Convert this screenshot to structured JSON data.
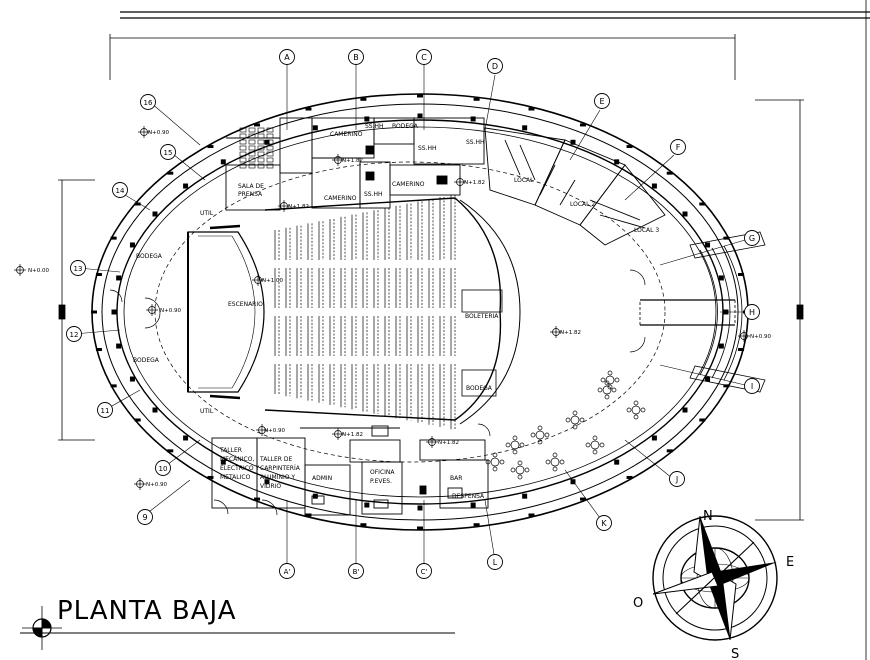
{
  "title": "PLANTA BAJA",
  "axis_letters": [
    "A",
    "B",
    "C",
    "D",
    "E",
    "F",
    "G",
    "H",
    "I",
    "J",
    "K",
    "L",
    "C'",
    "B'",
    "A'"
  ],
  "axis_numbers": [
    "16",
    "15",
    "14",
    "13",
    "12",
    "11",
    "10",
    "9"
  ],
  "rooms": {
    "escenario": "ESCENARIO",
    "bodega_top": "BODEGA",
    "bodega_bottom": "BODEGA",
    "bodega_right": "BODEGA",
    "utiles_top": "UTIL",
    "utiles_bottom": "UTIL",
    "sala_prensa_1": "SALA DE",
    "sala_prensa_2": "PRENSA",
    "camerino_1": "CAMERINO",
    "camerino_2": "CAMERINO",
    "camerino_3": "CAMERINO",
    "sshh_1": "SS.HH",
    "sshh_2": "SS.HH",
    "sshh_3": "SS.HH",
    "sshh_4": "SS.HH",
    "bodega_small": "BODEGA",
    "local_1": "LOCAL",
    "local_2": "LOCAL 2",
    "local_3": "LOCAL 3",
    "boleteria": "BOLETERIA",
    "taller_mec_1": "TALLER",
    "taller_mec_2": "MECÁNICO,",
    "taller_mec_3": "ELECTRICO Y",
    "taller_mec_4": "METALICO",
    "taller_carp_1": "TALLER DE",
    "taller_carp_2": "CARPINTERÍA",
    "taller_carp_3": "ALUMINIO Y",
    "taller_carp_4": "VIDRIO",
    "admin": "ADMIN",
    "oficina_1": "OFICINA",
    "oficina_2": "P.EVES.",
    "bar": "BAR",
    "despensa": "DESPENSA"
  },
  "levels": {
    "n090_left_top": "N+0.90",
    "n000_left": "N+0.00",
    "n090_left_mid": "N+0.90",
    "n090_left_bottom": "N+0.90",
    "n182_a": "N+1.82",
    "n182_b": "N+1.82",
    "n182_c": "N+1.82",
    "n182_d": "N+1.82",
    "n182_e": "N+1.82",
    "n182_f": "N+1.82",
    "n090_right": "N+0.90",
    "n100_stage": "N+1.00",
    "n090_bottom": "N+0.90"
  },
  "compass": {
    "n": "N",
    "e": "E",
    "o": "O",
    "s": "S"
  }
}
